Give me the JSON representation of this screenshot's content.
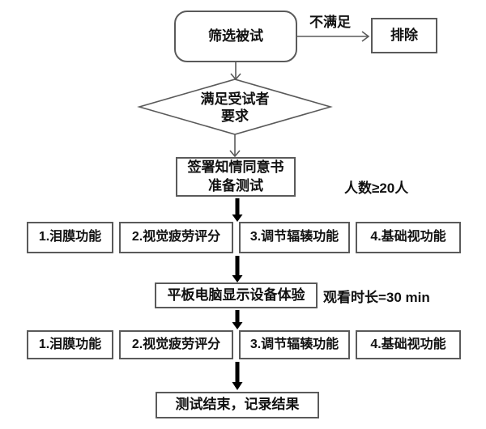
{
  "flowchart": {
    "title": "subject-testing-procedure-flowchart",
    "nodes": {
      "screen": {
        "label": "筛选被试"
      },
      "exclude": {
        "label": "排除"
      },
      "decision": {
        "line1": "满足受试者",
        "line2": "要求"
      },
      "sign": {
        "line1": "签署知情同意书",
        "line2": "准备测试"
      },
      "tablet": {
        "label": "平板电脑显示设备体验"
      },
      "end": {
        "label": "测试结束，记录结果"
      }
    },
    "test_items": [
      "1.泪膜功能",
      "2.视觉疲劳评分",
      "3.调节辐辏功能",
      "4.基础视功能"
    ],
    "annotations": {
      "not_satisfied": "不满足",
      "participants": "人数≥20人",
      "duration": "观看时长=30 min"
    },
    "colors": {
      "background": "#ffffff",
      "node_border": "#5a5a5a",
      "thin_arrow": "#5a5a5a",
      "thick_arrow": "#000000",
      "text": "#111111"
    }
  }
}
